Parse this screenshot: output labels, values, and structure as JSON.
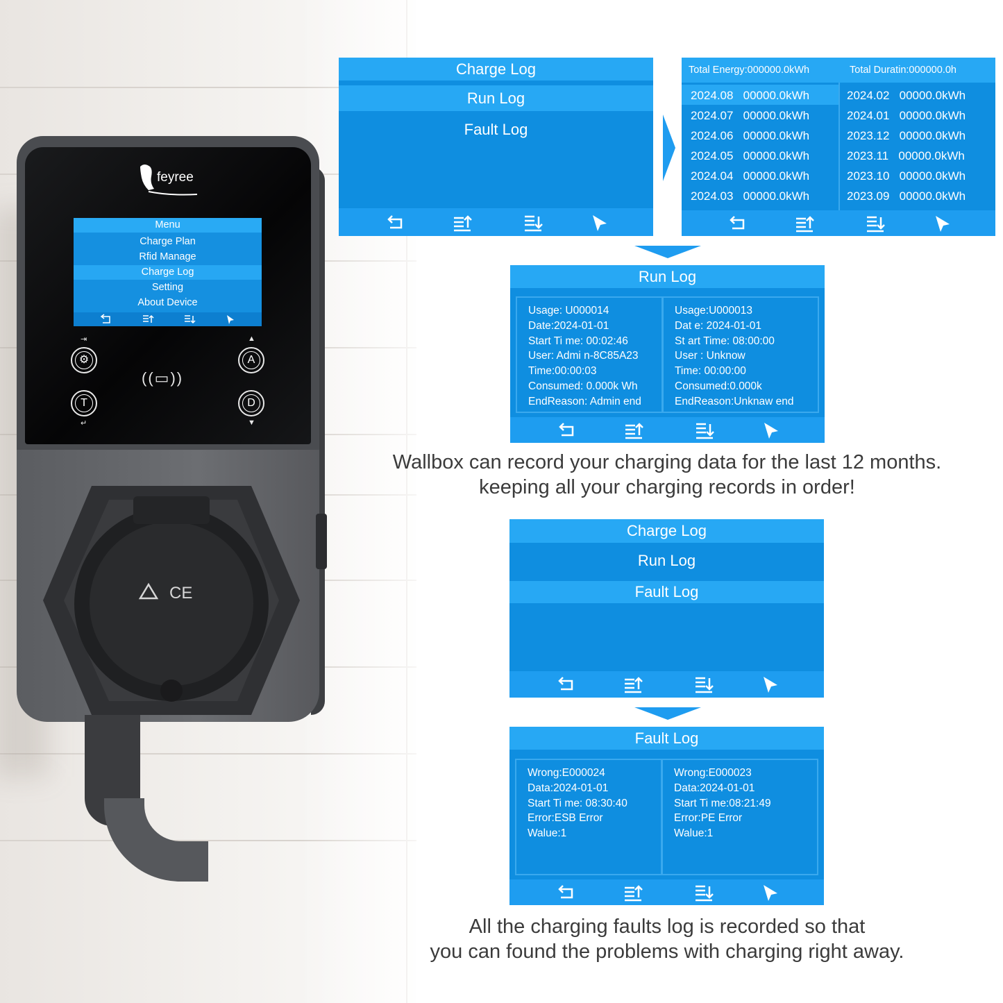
{
  "device": {
    "brand": "feyree",
    "menu": {
      "title": "Menu",
      "items": [
        "Charge Plan",
        "Rfid Manage",
        "Charge Log",
        "Setting",
        "About Device"
      ],
      "selected_index": 2
    },
    "buttons": [
      "A",
      "T",
      "D"
    ]
  },
  "log_menu_1": {
    "items": [
      "Charge Log",
      "Run Log",
      "Fault Log"
    ],
    "selected": "Run Log"
  },
  "charge_log": {
    "total_energy": "Total Energy:000000.0kWh",
    "total_duration": "Total Duratin:000000.0h",
    "left": [
      {
        "month": "2024.08",
        "energy": "00000.0kWh"
      },
      {
        "month": "2024.07",
        "energy": "00000.0kWh"
      },
      {
        "month": "2024.06",
        "energy": "00000.0kWh"
      },
      {
        "month": "2024.05",
        "energy": "00000.0kWh"
      },
      {
        "month": "2024.04",
        "energy": "00000.0kWh"
      },
      {
        "month": "2024.03",
        "energy": "00000.0kWh"
      }
    ],
    "right": [
      {
        "month": "2024.02",
        "energy": "00000.0kWh"
      },
      {
        "month": "2024.01",
        "energy": "00000.0kWh"
      },
      {
        "month": "2023.12",
        "energy": "00000.0kWh"
      },
      {
        "month": "2023.11",
        "energy": "00000.0kWh"
      },
      {
        "month": "2023.10",
        "energy": "00000.0kWh"
      },
      {
        "month": "2023.09",
        "energy": "00000.0kWh"
      }
    ]
  },
  "run_log": {
    "title": "Run Log",
    "left": "Usage: U000014\nDate:2024-01-01\nStart Ti me: 00:02:46\nUser: Admi n-8C85A23\nTime:00:00:03\nConsumed: 0.000k Wh\nEndReason: Admin end",
    "right": "Usage:U000013\nDat e: 2024-01-01\nSt art Time: 08:00:00\nUser : Unknow\nTime: 00:00:00\nConsumed:0.000k\nEndReason:Unknaw end"
  },
  "caption_1": {
    "line1": "Wallbox can record your charging data for the last 12 months.",
    "line2": "keeping all your charging records in order!"
  },
  "log_menu_2": {
    "items": [
      "Charge Log",
      "Run Log",
      "Fault Log"
    ],
    "selected": "Fault Log"
  },
  "fault_log": {
    "title": "Fault Log",
    "left": "Wrong:E000024\nData:2024-01-01\nStart Ti me: 08:30:40\nError:ESB Error\nWalue:1",
    "right": "Wrong:E000023\nData:2024-01-01\nStart Ti me:08:21:49\nError:PE Error\nWalue:1"
  },
  "caption_2": {
    "line1": "All the charging faults log is recorded so that",
    "line2": "you can found the problems with charging right away."
  },
  "footer_icons": [
    "back-icon",
    "scroll-up-icon",
    "scroll-down-icon",
    "select-arrow-icon"
  ],
  "colors": {
    "panel": "#0f8ee0",
    "highlight": "#27a8f4",
    "caption": "#3b3b3b",
    "device": "#5b5d61"
  }
}
